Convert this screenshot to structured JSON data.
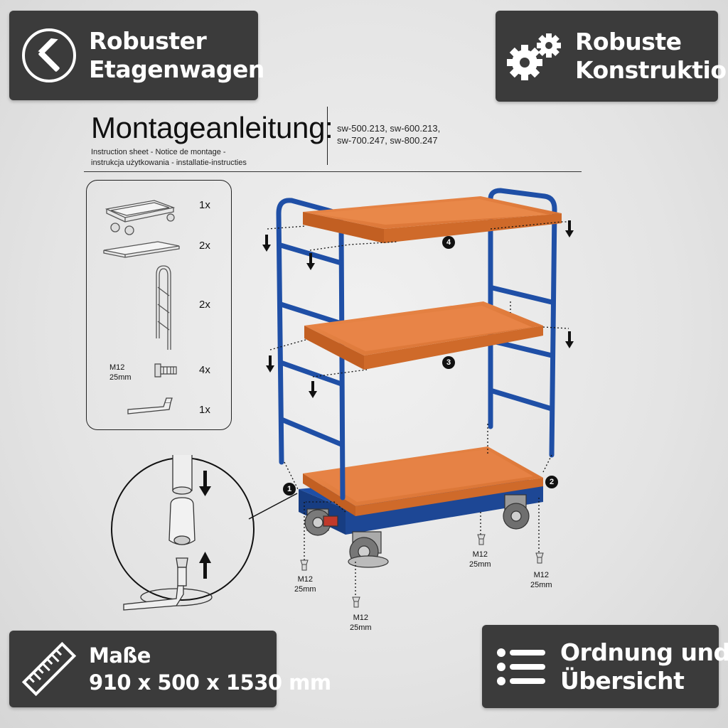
{
  "badges": {
    "top_left": {
      "line1": "Robuster",
      "line2": "Etagenwagen",
      "icon": "hammer-icon"
    },
    "top_right": {
      "line1": "Robuste",
      "line2": "Konstruktion",
      "icon": "gears-icon"
    },
    "bottom_left": {
      "line1": "Maße",
      "line2": "910 x 500 x 1530 mm",
      "icon": "ruler-icon"
    },
    "bottom_right": {
      "line1": "Ordnung und",
      "line2": "Übersicht",
      "icon": "list-icon"
    }
  },
  "header": {
    "title": "Montageanleitung:",
    "subtitle_line1": "Instruction sheet - Notice de montage -",
    "subtitle_line2": "instrukcja użytkowania - installatie-instructies",
    "models_line1": "sw-500.213, sw-600.213,",
    "models_line2": "sw-700.247, sw-800.247"
  },
  "parts": [
    {
      "name": "base-trolley",
      "qty": "1x"
    },
    {
      "name": "tray",
      "qty": "2x"
    },
    {
      "name": "ladder-frame",
      "qty": "2x"
    },
    {
      "name": "bolt",
      "qty": "4x",
      "label1": "M12",
      "label2": "25mm"
    },
    {
      "name": "hex-key",
      "qty": "1x"
    }
  ],
  "steps": [
    "1",
    "2",
    "3",
    "4"
  ],
  "bolt_labels": [
    {
      "line1": "M12",
      "line2": "25mm"
    },
    {
      "line1": "M12",
      "line2": "25mm"
    },
    {
      "line1": "M12",
      "line2": "25mm"
    },
    {
      "line1": "M12",
      "line2": "25mm"
    }
  ],
  "colors": {
    "badge_bg": "#3b3b3b",
    "frame_blue": "#1f4fa6",
    "tray_orange": "#e07a3c"
  }
}
